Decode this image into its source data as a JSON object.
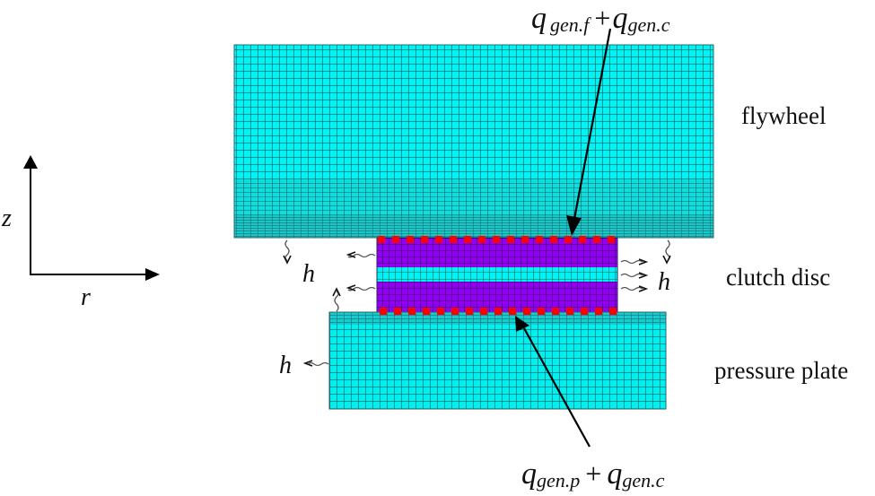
{
  "figure": {
    "components": [
      {
        "id": "flywheel",
        "label": "flywheel"
      },
      {
        "id": "clutch_disc",
        "label": "clutch disc"
      },
      {
        "id": "pressure_plate",
        "label": "pressure plate"
      }
    ],
    "axes": {
      "vertical": "z",
      "horizontal": "r"
    },
    "convection_label": "h",
    "heat_flux_top": {
      "q": "q",
      "sub1": "gen.f",
      "plus": "+",
      "q2": "q",
      "sub2": "gen.c"
    },
    "heat_flux_bottom": {
      "q": "q",
      "sub1": "gen.p",
      "plus": "+",
      "q2": "q",
      "sub2": "gen.c"
    }
  },
  "colors": {
    "mesh_fill": "#00f5f5",
    "mesh_line": "#1b4f55",
    "friction_layer": "#8f00f0",
    "heat_node": "#ff0000",
    "arrow": "#000000",
    "wavy": "#555555"
  }
}
